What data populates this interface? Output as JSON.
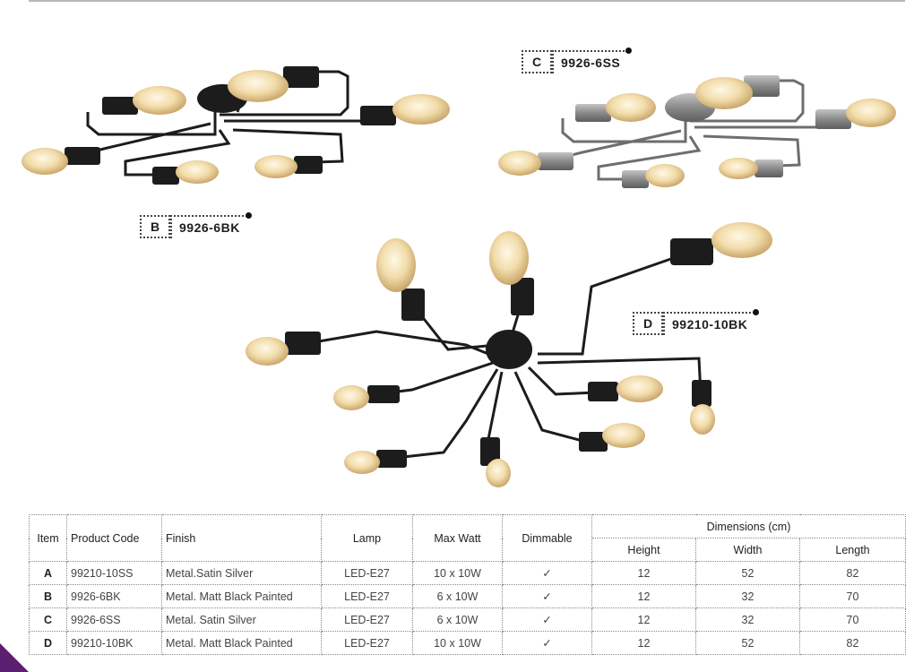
{
  "labels": {
    "b": {
      "letter": "B",
      "code": "9926-6BK"
    },
    "c": {
      "letter": "C",
      "code": "9926-6SS"
    },
    "d": {
      "letter": "D",
      "code": "99210-10BK"
    }
  },
  "table": {
    "headers": {
      "item": "Item",
      "product_code": "Product Code",
      "finish": "Finish",
      "lamp": "Lamp",
      "max_watt": "Max Watt",
      "dimmable": "Dimmable",
      "dimensions": "Dimensions (cm)",
      "height": "Height",
      "width": "Width",
      "length": "Length"
    },
    "rows": [
      {
        "item": "A",
        "code": "99210-10SS",
        "finish": "Metal.Satin Silver",
        "lamp": "LED-E27",
        "watt": "10 x 10W",
        "dimmable": "✓",
        "height": "12",
        "width": "52",
        "length": "82"
      },
      {
        "item": "B",
        "code": "9926-6BK",
        "finish": "Metal. Matt Black Painted",
        "lamp": "LED-E27",
        "watt": "6 x 10W",
        "dimmable": "✓",
        "height": "12",
        "width": "32",
        "length": "70"
      },
      {
        "item": "C",
        "code": "9926-6SS",
        "finish": "Metal. Satin Silver",
        "lamp": "LED-E27",
        "watt": "6 x 10W",
        "dimmable": "✓",
        "height": "12",
        "width": "32",
        "length": "70"
      },
      {
        "item": "D",
        "code": "99210-10BK",
        "finish": "Metal. Matt Black Painted",
        "lamp": "LED-E27",
        "watt": "10 x 10W",
        "dimmable": "✓",
        "height": "12",
        "width": "52",
        "length": "82"
      }
    ]
  },
  "colors": {
    "black_finish": "#1c1c1c",
    "silver_finish": "#8e8e8e",
    "bulb_glow": "#f0d9a8",
    "corner_accent": "#5a1f6e"
  },
  "icons": {
    "dimmable": "check-mark-icon"
  }
}
